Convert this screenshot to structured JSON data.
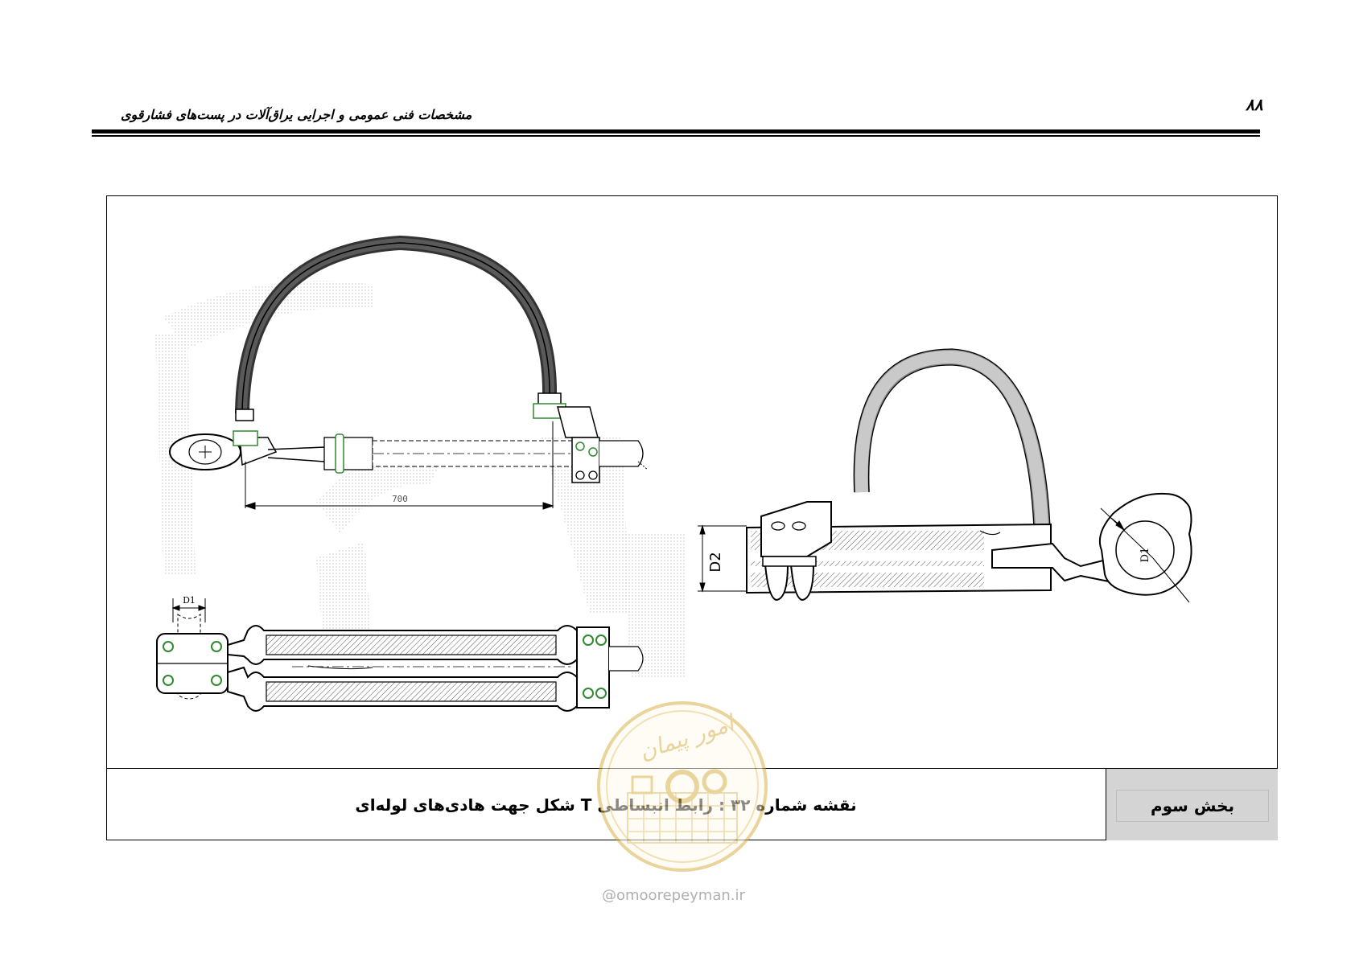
{
  "header": {
    "page_number": "۸۸",
    "title": "مشخصات فنی عمومی و اجرایی یراق‌آلات در پست‌های فشارقوی"
  },
  "figure": {
    "dimension_length": "700",
    "label_d1_top": "D1",
    "label_d1_right": "D1",
    "label_d2": "D2"
  },
  "caption": {
    "text": "نقشه شماره ۳۲ : رابط انبساطی T شکل جهت هادی‌های لوله‌ای",
    "section": "بخش سوم"
  },
  "watermark": {
    "logo_text": "امور پیمان",
    "url": "omoorepeyman.ir"
  },
  "colors": {
    "line": "#000000",
    "caption_cell_bg": "#d4d4d4",
    "bolt_green": "#2f8a2f",
    "stamp_gold": "#d8b24a"
  }
}
